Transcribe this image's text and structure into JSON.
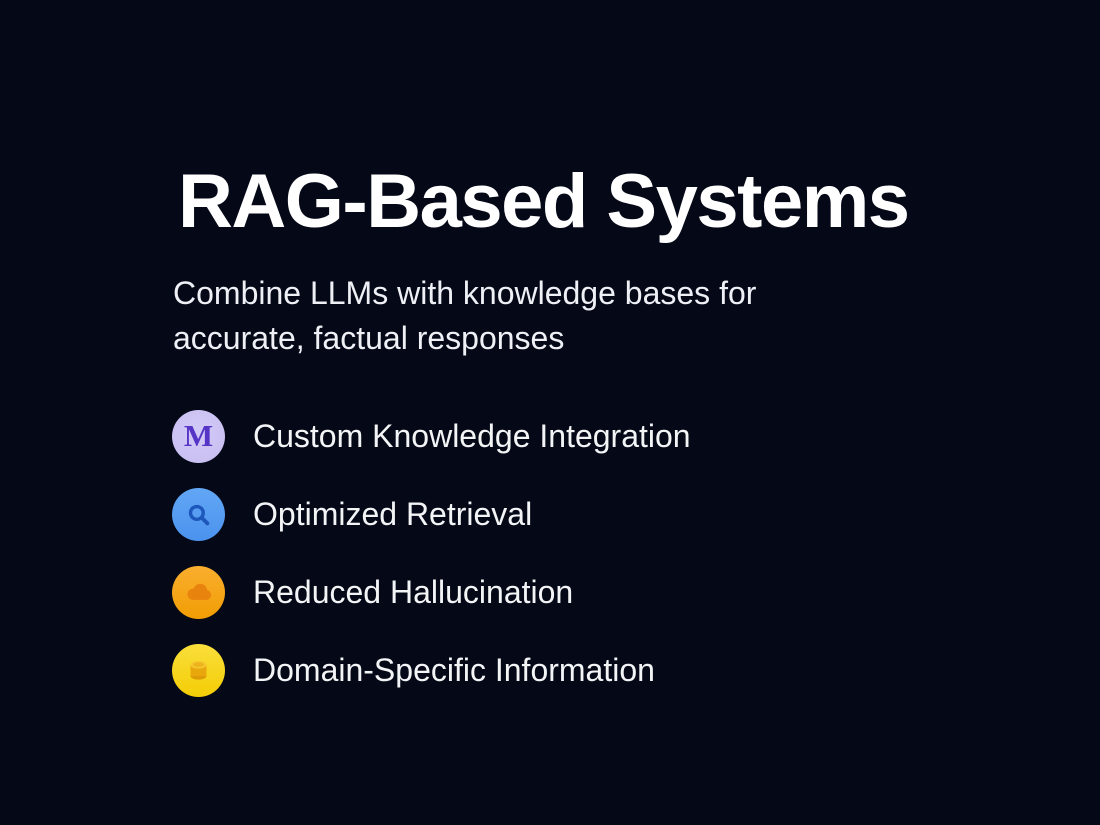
{
  "slide": {
    "title": "RAG-Based Systems",
    "subtitle": "Combine LLMs with knowledge bases for accurate, factual responses",
    "bullets": [
      {
        "icon": "monogram-m-icon",
        "monogram": "M",
        "label": "Custom Knowledge Integration",
        "circle_color": "#c9c0f3",
        "glyph_color": "#5634c6"
      },
      {
        "icon": "search-icon",
        "label": "Optimized Retrieval",
        "circle_color": "#57a0f2",
        "glyph_color": "#1d57bb"
      },
      {
        "icon": "cloud-icon",
        "label": "Reduced Hallucination",
        "circle_color": "#f6a51c",
        "glyph_color": "#e8830d"
      },
      {
        "icon": "database-icon",
        "label": "Domain-Specific Information",
        "circle_color": "#f8d417",
        "glyph_color": "#e9a70e"
      }
    ],
    "colors": {
      "background": "#050917",
      "title_text": "#ffffff",
      "subtitle_text": "#eef0f6",
      "bullet_text": "#f3f4f6"
    }
  }
}
